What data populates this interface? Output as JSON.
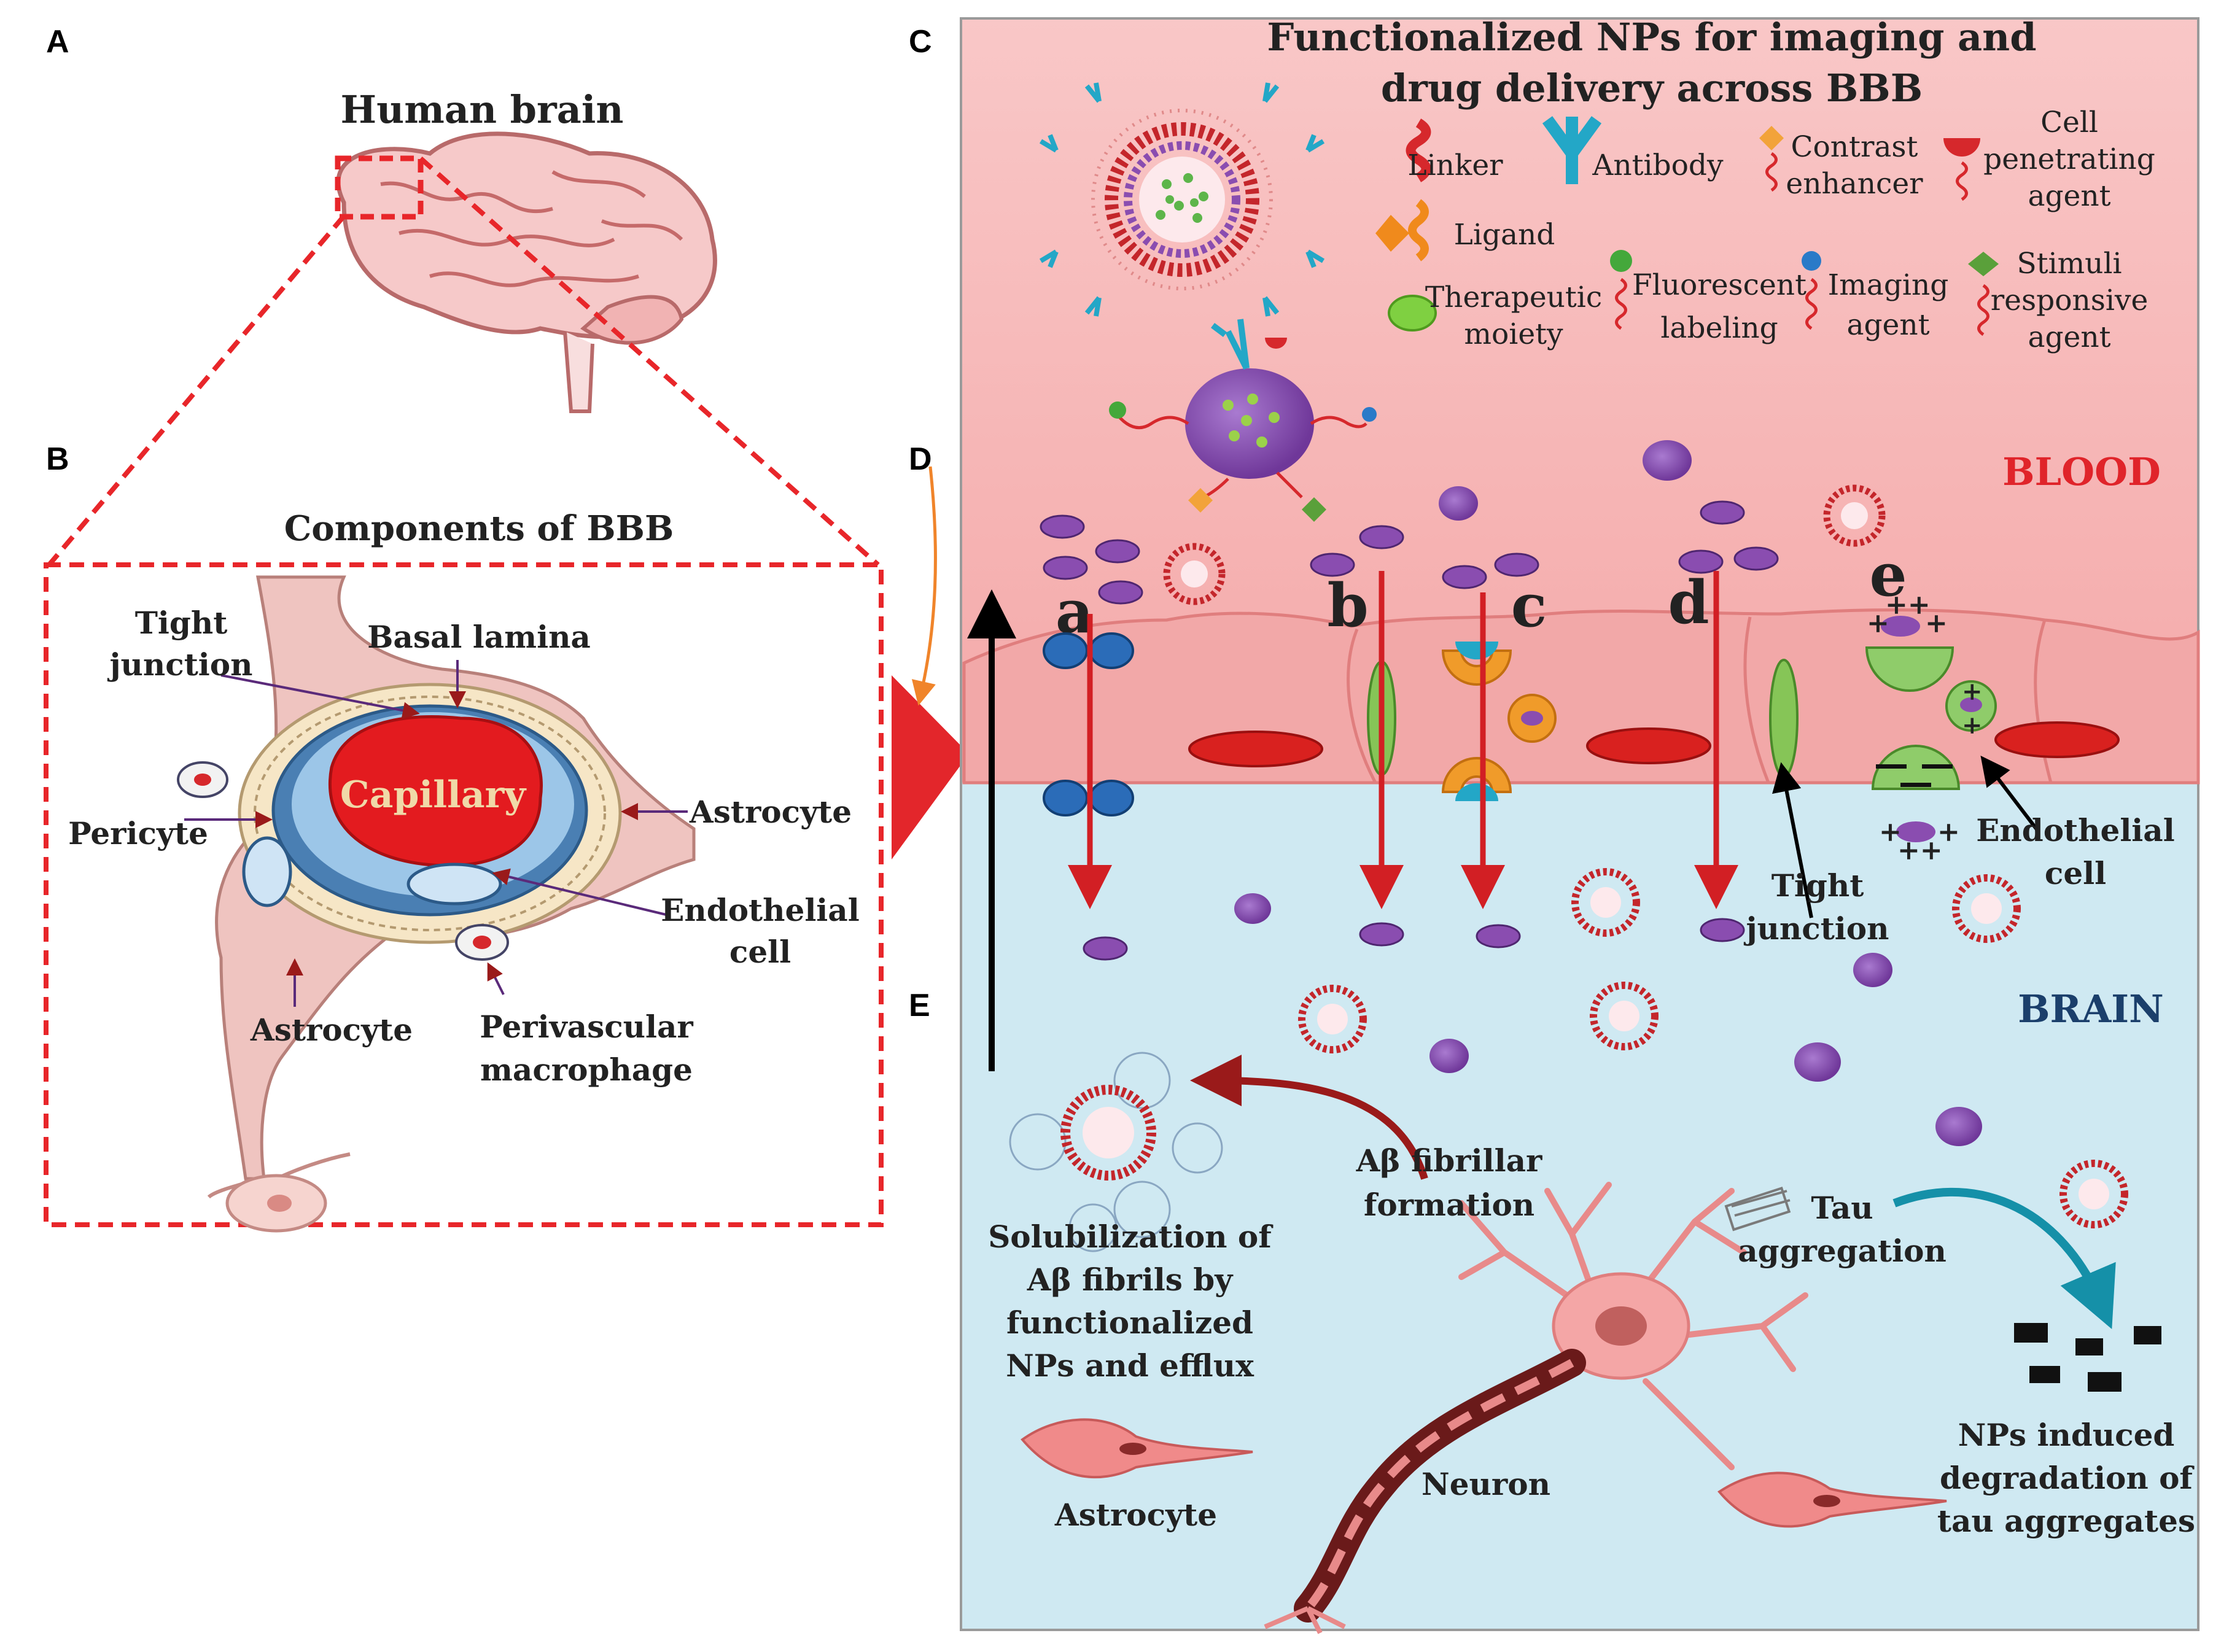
{
  "panels": {
    "a": "A",
    "b": "B",
    "c": "C",
    "d": "D",
    "e": "E"
  },
  "panel_a": {
    "title": "Human brain"
  },
  "panel_b": {
    "title": "Components of BBB",
    "tight_junction": [
      "Tight",
      "junction"
    ],
    "basal_lamina": "Basal lamina",
    "capillary": "Capillary",
    "pericyte": "Pericyte",
    "astrocyte_right": "Astrocyte",
    "endothelial": [
      "Endothelial",
      "cell"
    ],
    "astrocyte_bottom": "Astrocyte",
    "perivascular": [
      "Perivascular",
      "macrophage"
    ]
  },
  "panel_c": {
    "title": [
      "Functionalized NPs for imaging and",
      "drug delivery across BBB"
    ],
    "legend": {
      "linker": "Linker",
      "antibody": "Antibody",
      "contrast": [
        "Contrast",
        "enhancer"
      ],
      "cell_penetrating": [
        "Cell",
        "penetrating",
        "agent"
      ],
      "ligand": "Ligand",
      "therapeutic": [
        "Therapeutic",
        "moiety"
      ],
      "fluorescent": [
        "Fluorescent",
        "labeling"
      ],
      "imaging": [
        "Imaging",
        "agent"
      ],
      "stimuli": [
        "Stimuli",
        "responsive",
        "agent"
      ]
    }
  },
  "panel_d": {
    "blood": "BLOOD",
    "brain": "BRAIN",
    "routes": [
      "a",
      "b",
      "c",
      "d",
      "e"
    ],
    "tight_junction": [
      "Tight",
      "junction"
    ],
    "endothelial": [
      "Endothelial",
      "cell"
    ]
  },
  "panel_e": {
    "abeta": [
      "Aβ fibrillar",
      "formation"
    ],
    "solubilization": [
      "Solubilization of",
      "Aβ fibrils by",
      "functionalized",
      "NPs and efflux"
    ],
    "tau": [
      "Tau",
      "aggregation"
    ],
    "astrocyte": "Astrocyte",
    "neuron": "Neuron",
    "degradation": [
      "NPs induced",
      "degradation of",
      "tau aggregates"
    ]
  },
  "colors": {
    "blood": "#f7b8b8",
    "brain": "#cfe9f2",
    "capillary_red": "#e0242a",
    "np_purple": "#8a4db0",
    "dashed_red": "#e8262a",
    "blood_label": "#e0242a",
    "brain_label": "#1b3f6b"
  }
}
